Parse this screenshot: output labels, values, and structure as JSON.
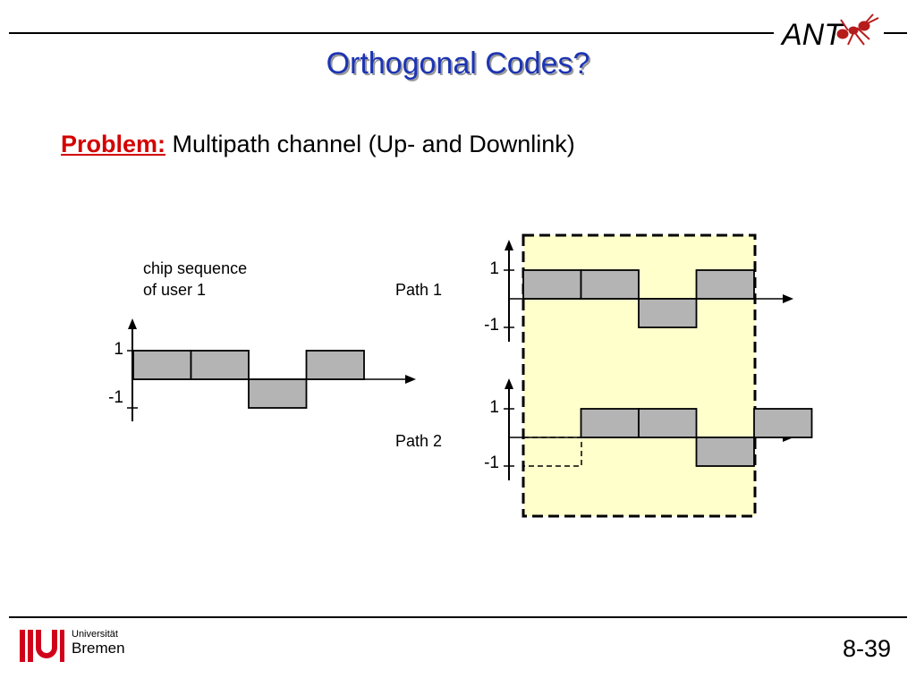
{
  "slide": {
    "title": "Orthogonal Codes?",
    "problem_label": "Problem:",
    "problem_text": " Multipath channel (Up- and Downlink)",
    "page_number": "8-39"
  },
  "header_logo": {
    "text": "ANT",
    "icon": "ant-icon"
  },
  "footer_logo": {
    "line1": "Universität",
    "line2": "Bremen",
    "icon": "university-bremen-logo-icon"
  },
  "diagram": {
    "user_chip_label": "chip sequence\nof user 1",
    "path1_label": "Path 1",
    "path2_label": "Path 2",
    "level_high": "1",
    "level_low": "-1",
    "chip_sequence": [
      1,
      1,
      -1,
      1
    ],
    "path2_delay_chips": 1,
    "chip_fill": "#b4b4b4",
    "window_fill": "#ffffcc"
  }
}
